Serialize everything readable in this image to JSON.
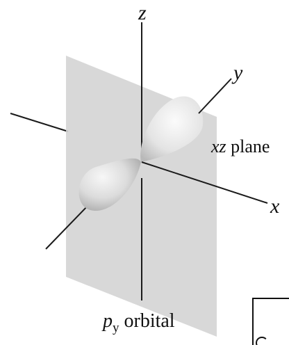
{
  "axes": {
    "z_label": "z",
    "y_label": "y",
    "x_label": "x"
  },
  "plane_label": "xz plane",
  "orbital_label": {
    "symbol": "p",
    "subscript": "y",
    "word": "orbital"
  },
  "colors": {
    "plane": "#d4d4d4",
    "lobe_light": "#f7f7f7",
    "lobe_mid": "#dedede",
    "lobe_dark": "#a8a8a8",
    "axis": "#1a1a1a"
  }
}
